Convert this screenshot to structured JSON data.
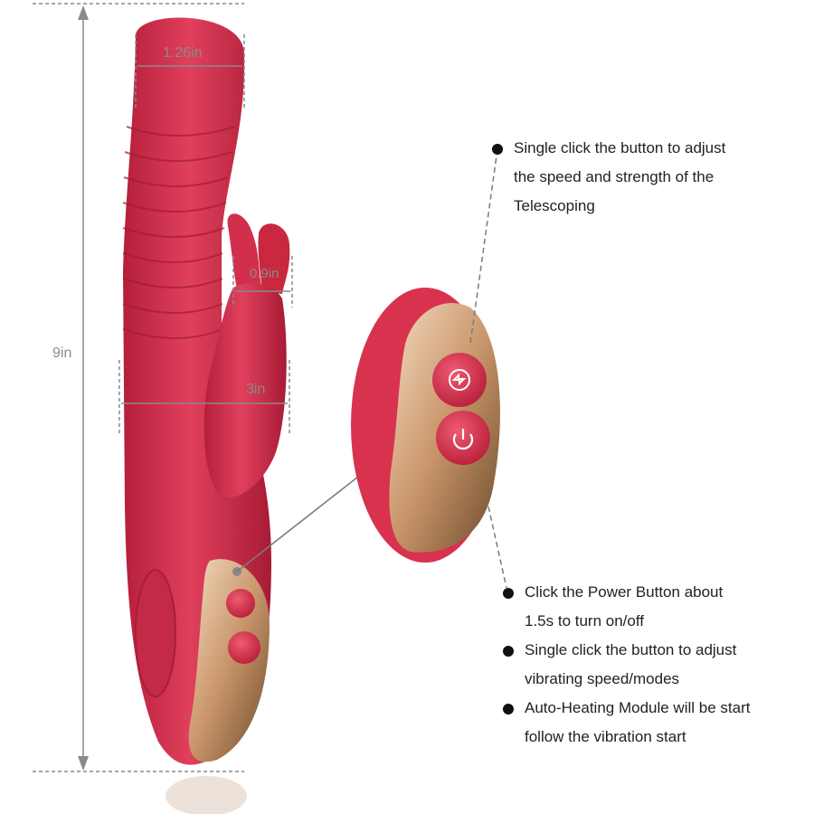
{
  "dimensions": {
    "height": "9in",
    "top_width": "1.26in",
    "ear_width": "0.9in",
    "shaft_width": "3in"
  },
  "callouts": {
    "telescoping": {
      "lines": [
        "Single click the button to adjust",
        "the speed and strength of the",
        "Telescoping"
      ]
    },
    "power": {
      "lines": [
        "Click the Power Button about",
        "1.5s to turn on/off"
      ]
    },
    "vibration": {
      "lines": [
        "Single click the button to adjust",
        "vibrating speed/modes"
      ]
    },
    "heating": {
      "lines": [
        "Auto-Heating Module will be start",
        "follow the vibration start"
      ]
    }
  },
  "colors": {
    "body": "#d8324f",
    "body_dark": "#b0203a",
    "gold": "#d9b38a",
    "accent_line": "#7a7a7a"
  },
  "icons": [
    "mode-icon",
    "power-icon"
  ]
}
